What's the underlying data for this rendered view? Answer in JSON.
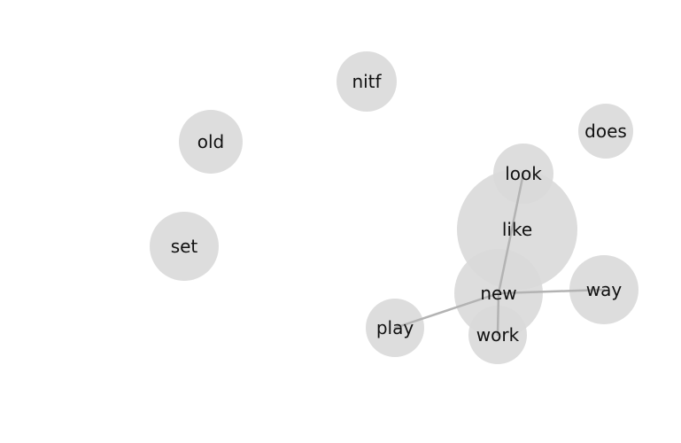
{
  "graph": {
    "colors": {
      "node_fill": "#d9d9d9",
      "edge_stroke": "#b3b3b3",
      "label_color": "#111111"
    },
    "nodes": [
      {
        "id": "like",
        "label": "like"
      },
      {
        "id": "new",
        "label": "new"
      },
      {
        "id": "nitf",
        "label": "nitf"
      },
      {
        "id": "old",
        "label": "old"
      },
      {
        "id": "set",
        "label": "set"
      },
      {
        "id": "does",
        "label": "does"
      },
      {
        "id": "way",
        "label": "way"
      },
      {
        "id": "play",
        "label": "play"
      },
      {
        "id": "look",
        "label": "look"
      },
      {
        "id": "work",
        "label": "work"
      }
    ],
    "edges": [
      {
        "source": "new",
        "target": "look"
      },
      {
        "source": "new",
        "target": "play"
      },
      {
        "source": "new",
        "target": "way"
      },
      {
        "source": "new",
        "target": "work"
      }
    ]
  }
}
